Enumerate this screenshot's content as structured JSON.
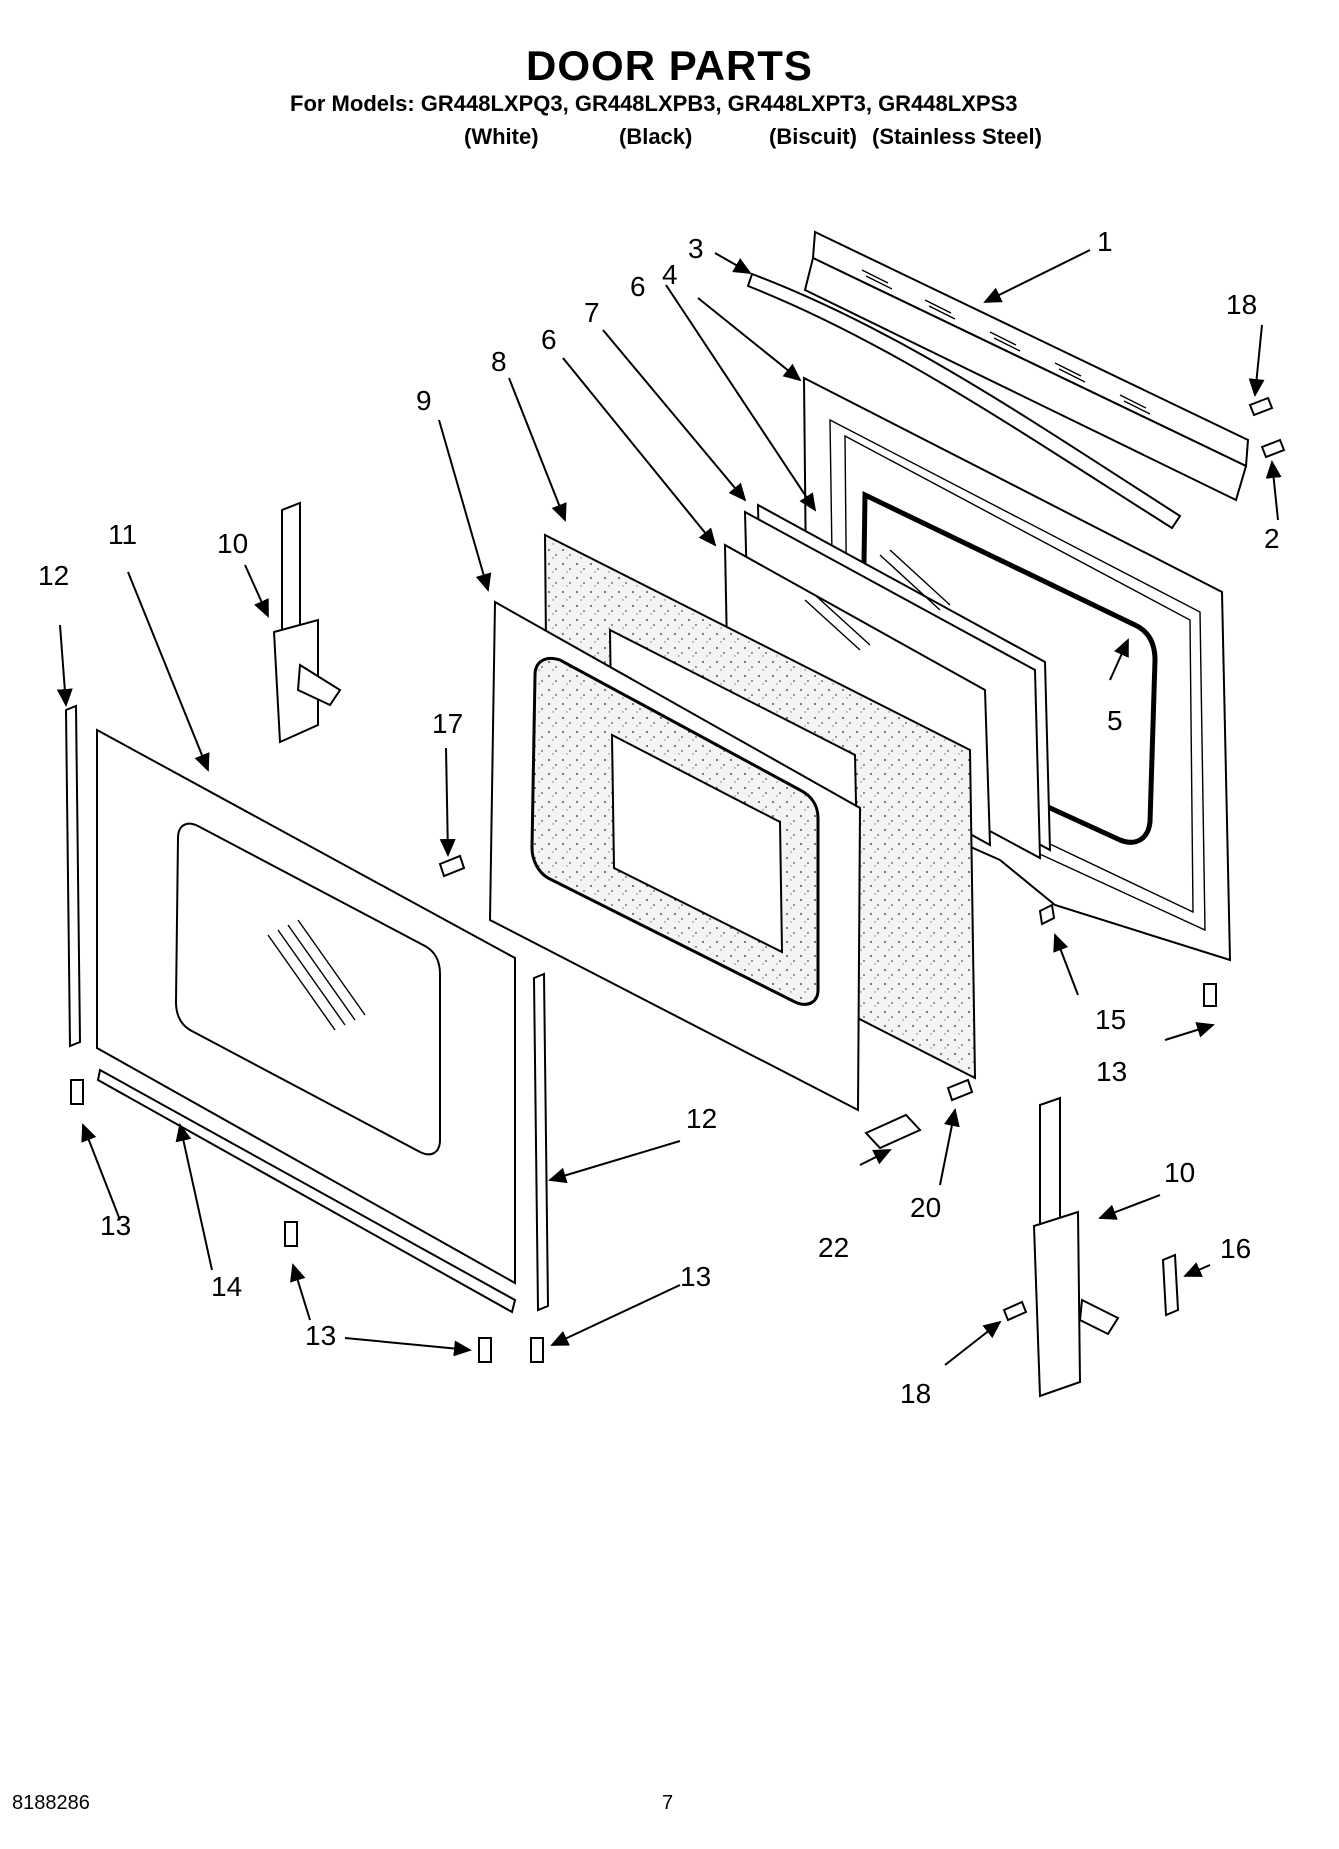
{
  "header": {
    "title": "DOOR PARTS",
    "models_line": "For Models: GR448LXPQ3, GR448LXPB3, GR448LXPT3, GR448LXPS3",
    "finishes": [
      "(White)",
      "(Black)",
      "(Biscuit)",
      "(Stainless Steel)"
    ]
  },
  "callouts": {
    "c1": "1",
    "c2": "2",
    "c3": "3",
    "c4": "4",
    "c5": "5",
    "c6a": "6",
    "c6b": "6",
    "c7": "7",
    "c8": "8",
    "c9": "9",
    "c10a": "10",
    "c10b": "10",
    "c11": "11",
    "c12a": "12",
    "c12b": "12",
    "c13a": "13",
    "c13b": "13",
    "c13c": "13",
    "c13d": "13",
    "c14": "14",
    "c15": "15",
    "c16": "16",
    "c17": "17",
    "c18a": "18",
    "c18b": "18",
    "c20": "20",
    "c22": "22"
  },
  "footer": {
    "doc_number": "8188286",
    "page": "7"
  }
}
